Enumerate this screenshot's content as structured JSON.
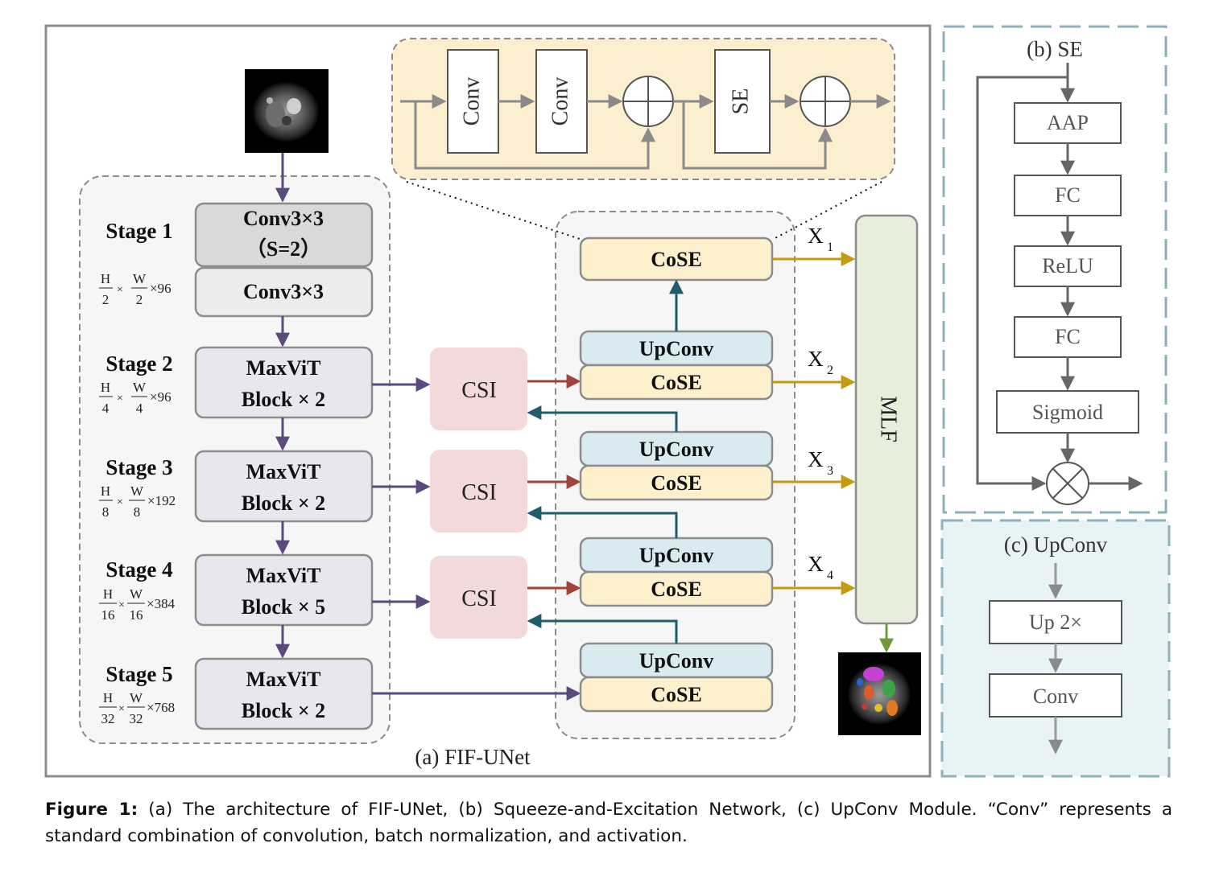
{
  "panel_a": {
    "label": "(a) FIF-UNet",
    "stages": [
      {
        "title": "Stage 1",
        "dim": {
          "h": "H",
          "hd": "2",
          "w": "W",
          "wd": "2",
          "c": "×96"
        },
        "blocks": [
          "Conv3×3",
          "（S=2）",
          "Conv3×3"
        ]
      },
      {
        "title": "Stage 2",
        "dim": {
          "h": "H",
          "hd": "4",
          "w": "W",
          "wd": "4",
          "c": "×96"
        },
        "blocks": [
          "MaxViT",
          "Block × 2"
        ]
      },
      {
        "title": "Stage 3",
        "dim": {
          "h": "H",
          "hd": "8",
          "w": "W",
          "wd": "8",
          "c": "×192"
        },
        "blocks": [
          "MaxViT",
          "Block × 2"
        ]
      },
      {
        "title": "Stage 4",
        "dim": {
          "h": "H",
          "hd": "16",
          "w": "W",
          "wd": "16",
          "c": "×384"
        },
        "blocks": [
          "MaxViT",
          "Block × 5"
        ]
      },
      {
        "title": "Stage 5",
        "dim": {
          "h": "H",
          "hd": "32",
          "w": "W",
          "wd": "32",
          "c": "×768"
        },
        "blocks": [
          "MaxViT",
          "Block × 2"
        ]
      }
    ],
    "times": "×",
    "csi_label": "CSI",
    "cose_label": "CoSE",
    "upconv_label": "UpConv",
    "mlf_label": "MLF",
    "outputs": [
      {
        "base": "X",
        "sub": "1"
      },
      {
        "base": "X",
        "sub": "2"
      },
      {
        "base": "X",
        "sub": "3"
      },
      {
        "base": "X",
        "sub": "4"
      }
    ],
    "cose_detail": {
      "conv1": "Conv",
      "conv2": "Conv",
      "se": "SE"
    }
  },
  "panel_b": {
    "label": "(b) SE",
    "blocks": [
      "AAP",
      "FC",
      "ReLU",
      "FC",
      "Sigmoid"
    ]
  },
  "panel_c": {
    "label": "(c) UpConv",
    "blocks": [
      "Up 2×",
      "Conv"
    ]
  },
  "caption": {
    "bold": "Figure 1:",
    "text": " (a) The architecture of FIF-UNet, (b) Squeeze-and-Excitation Network, (c) UpConv Module. “Conv” represents a standard combination of convolution, batch normalization, and activation."
  },
  "colors": {
    "purple_arrow": "#5a4a7e",
    "red_arrow": "#a2423a",
    "teal_arrow": "#1f5d6b",
    "gold_arrow": "#c49a10",
    "green_arrow": "#6f9a3a",
    "cose_fill": "#fdf0cc",
    "upconv_fill": "#d9ebf1",
    "csi_fill": "#f3dada",
    "maxvit_fill": "#e9e6ef",
    "mlf_fill": "#e7eedc",
    "detail_bg": "#fcefcf",
    "upconv_panel_bg": "#e8f3f6"
  }
}
